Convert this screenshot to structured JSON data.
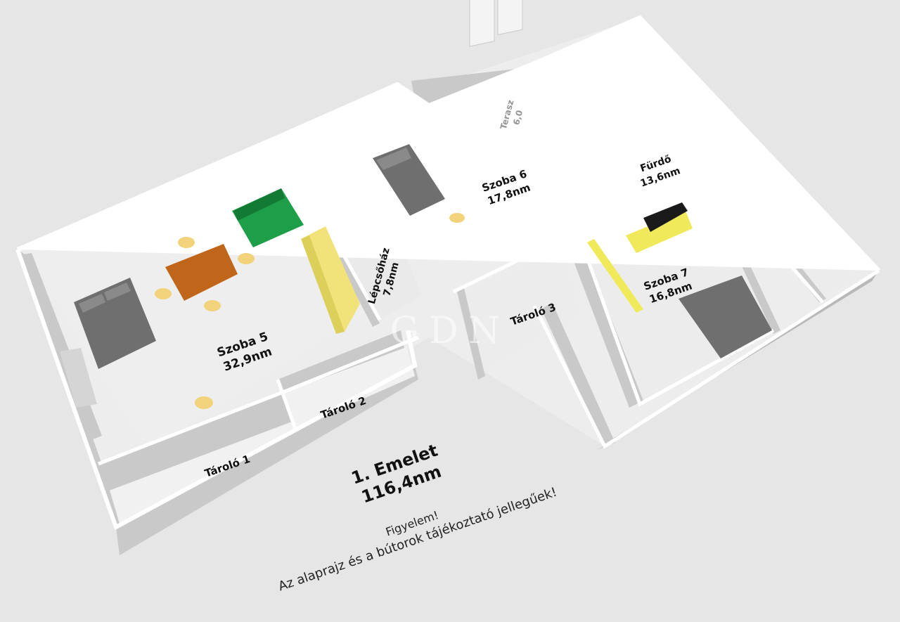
{
  "rooms": {
    "szoba5": {
      "name": "Szoba 5",
      "area": "32,9nm"
    },
    "szoba6": {
      "name": "Szoba 6",
      "area": "17,8nm"
    },
    "szoba7": {
      "name": "Szoba 7",
      "area": "16,8nm"
    },
    "furdo": {
      "name": "Fürdő",
      "area": "13,6nm"
    },
    "lepcsohaz": {
      "name": "Lépcsőház",
      "area": "7,8nm"
    },
    "terasz": {
      "name": "Terasz",
      "area": "6,0"
    },
    "tarolo1": {
      "name": "Tároló 1"
    },
    "tarolo2": {
      "name": "Tároló 2"
    },
    "tarolo3": {
      "name": "Tároló 3"
    }
  },
  "floor": {
    "name": "1. Emelet",
    "total_area": "116,4nm"
  },
  "note": {
    "line1": "Figyelem!",
    "line2": "Az alaprajz és a bútorok tájékoztató jellegűek!"
  },
  "watermark": "GDN",
  "colors": {
    "sofa": "#1f9e49",
    "table": "#c0661a",
    "chair": "#f2d27a",
    "wardrobe": "#f1e27a",
    "bed": "#6f6f6f",
    "desk": "#f0ea5a",
    "tv": "#1a1a1a"
  }
}
